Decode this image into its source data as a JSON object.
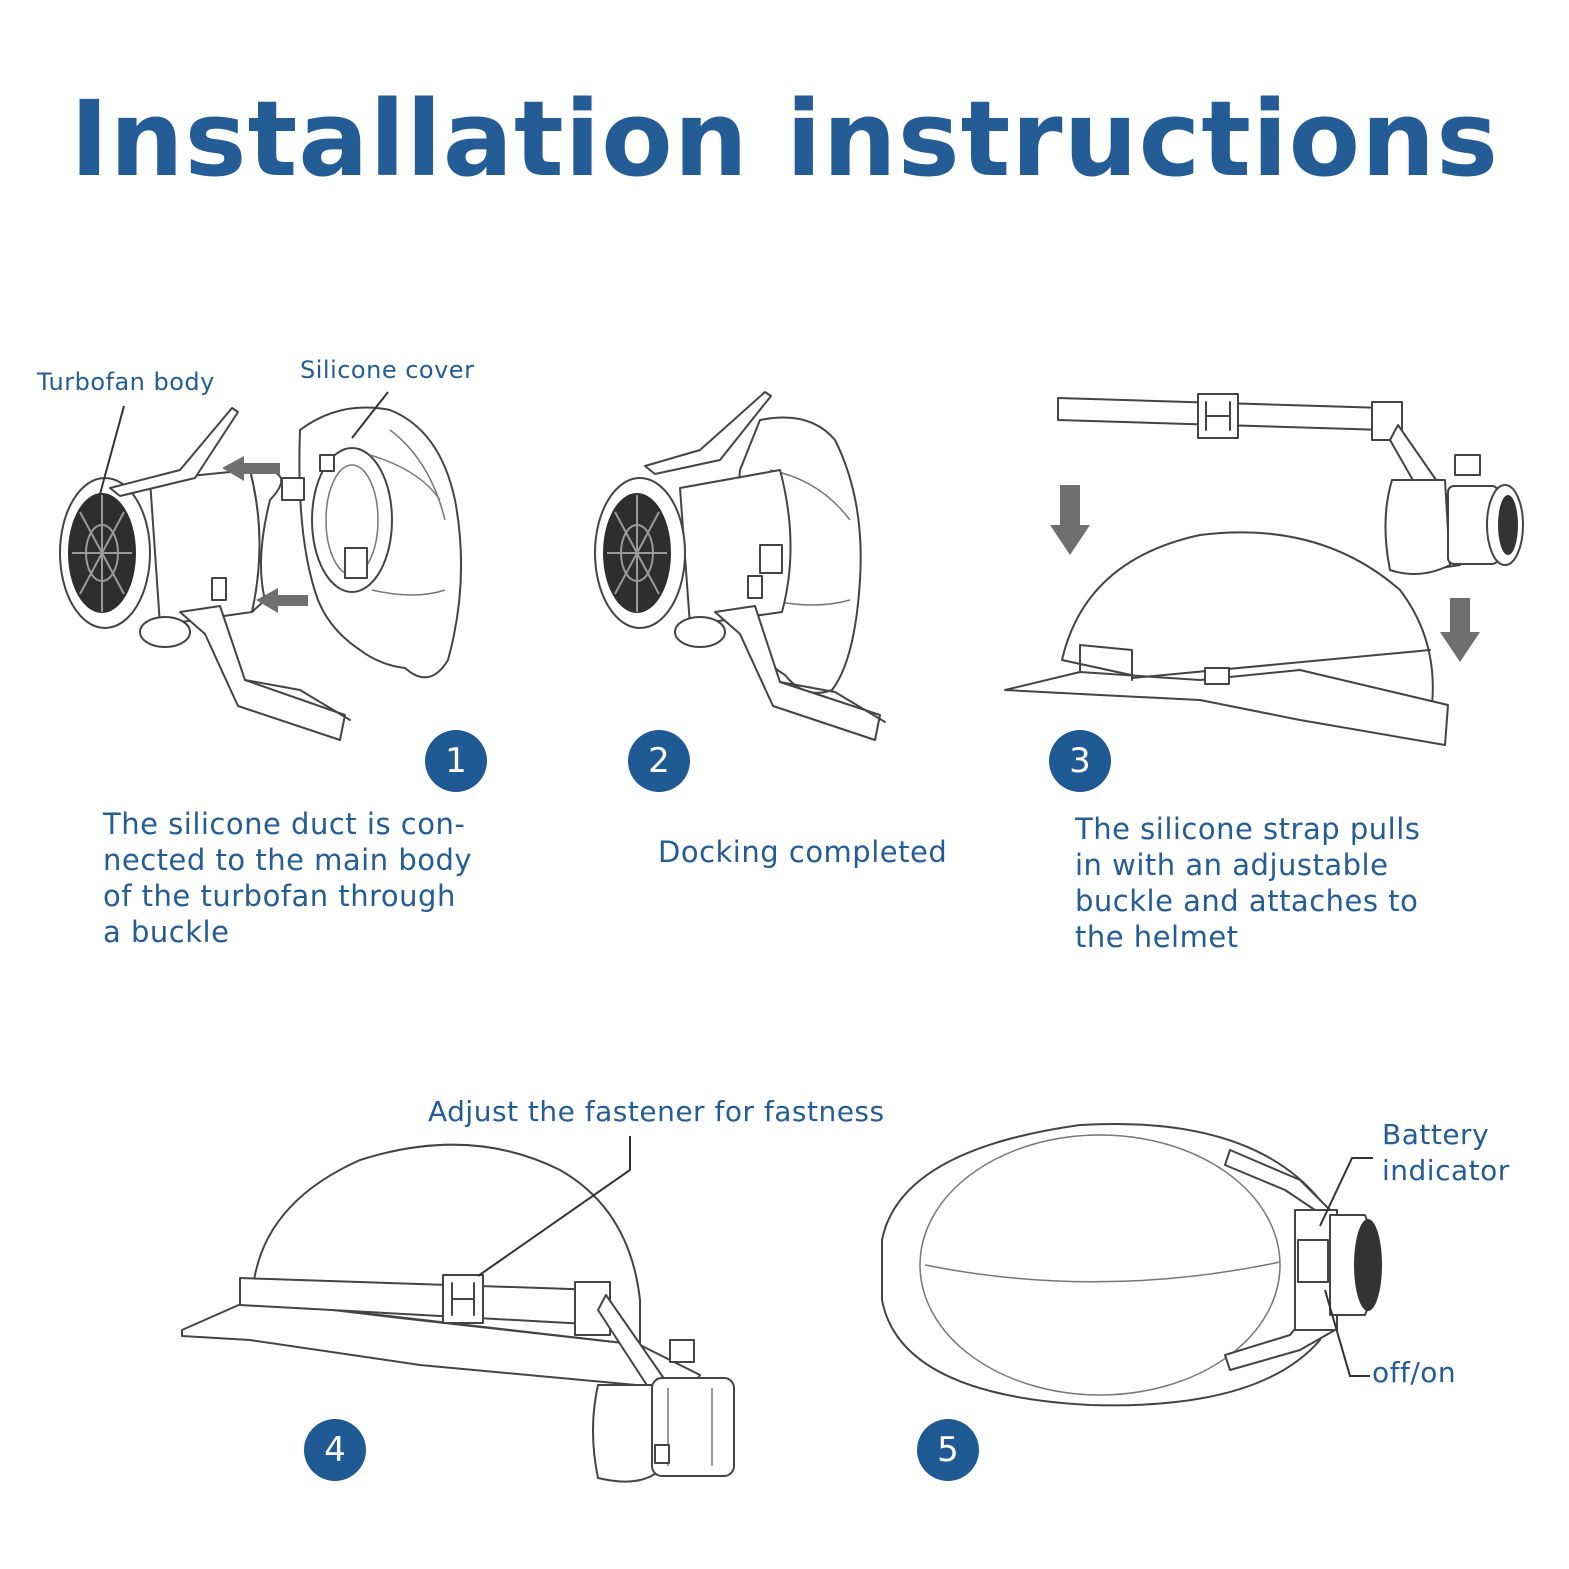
{
  "title": "Installation instructions",
  "labels": {
    "turbofan_body": "Turbofan body",
    "silicone_cover": "Silicone cover",
    "adjust_fastener": "Adjust the fastener for fastness",
    "battery_indicator_1": "Battery",
    "battery_indicator_2": "indicator",
    "off_on": "off/on"
  },
  "steps": [
    {
      "number": "1",
      "text": [
        "The silicone duct is con-",
        "nected to the main body",
        "of the turbofan through",
        "a buckle"
      ]
    },
    {
      "number": "2",
      "text": [
        "Docking completed"
      ]
    },
    {
      "number": "3",
      "text": [
        "The silicone strap pulls",
        "in with an adjustable",
        "buckle and attaches to",
        "the helmet"
      ]
    },
    {
      "number": "4",
      "text": []
    },
    {
      "number": "5",
      "text": []
    }
  ],
  "colors": {
    "accent": "#245c96",
    "badge": "#1f5a94",
    "line_art": "#444444",
    "arrow": "#6f6f6f"
  }
}
